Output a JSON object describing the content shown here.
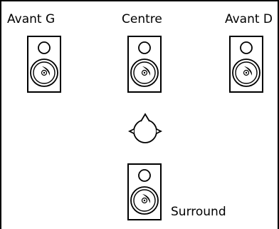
{
  "labels": {
    "front_left": "Avant G",
    "center": "Centre",
    "front_right": "Avant D",
    "surround": "Surround"
  },
  "icons": {
    "speaker": "speaker-icon",
    "listener": "listener-head-icon"
  },
  "colors": {
    "stroke": "#000000",
    "background": "#ffffff"
  }
}
